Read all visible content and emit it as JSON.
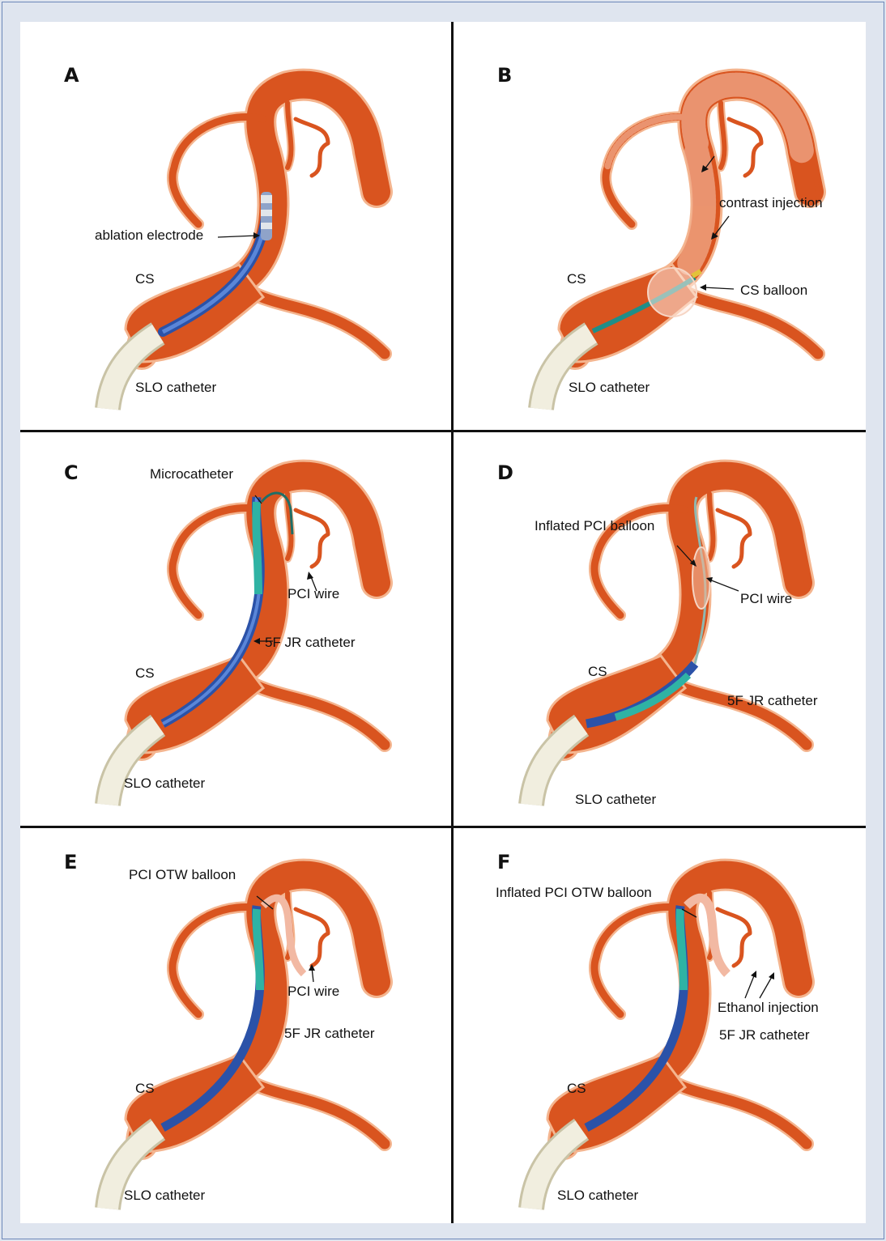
{
  "panels": {
    "A": {
      "letter": "A",
      "labels": {
        "electrode": "ablation electrode",
        "cs": "CS",
        "slo": "SLO catheter"
      }
    },
    "B": {
      "letter": "B",
      "labels": {
        "contrast": "contrast injection",
        "balloon": "CS balloon",
        "cs": "CS",
        "slo": "SLO catheter"
      }
    },
    "C": {
      "letter": "C",
      "labels": {
        "micro": "Microcatheter",
        "wire": "PCI wire",
        "jr": "5F JR catheter",
        "cs": "CS",
        "slo": "SLO catheter"
      }
    },
    "D": {
      "letter": "D",
      "labels": {
        "balloon": "Inflated PCI balloon",
        "wire": "PCI wire",
        "cs": "CS",
        "jr": "5F JR catheter",
        "slo": "SLO catheter"
      }
    },
    "E": {
      "letter": "E",
      "labels": {
        "otw": "PCI OTW balloon",
        "wire": "PCI wire",
        "jr": "5F JR catheter",
        "cs": "CS",
        "slo": "SLO catheter"
      }
    },
    "F": {
      "letter": "F",
      "labels": {
        "otw": "Inflated PCI OTW balloon",
        "ethanol": "Ethanol injection",
        "jr": "5F JR catheter",
        "cs": "CS",
        "slo": "SLO catheter"
      }
    }
  },
  "colors": {
    "vein": "#d9541f",
    "vein_outline": "#f4b58f",
    "vein_dark": "#b43c12",
    "sheath": "#ece8d6",
    "catheter_blue": "#3b68c4",
    "microcatheter_teal": "#2fb3a4",
    "background": "#ffffff",
    "frame": "#dfe5ef"
  }
}
